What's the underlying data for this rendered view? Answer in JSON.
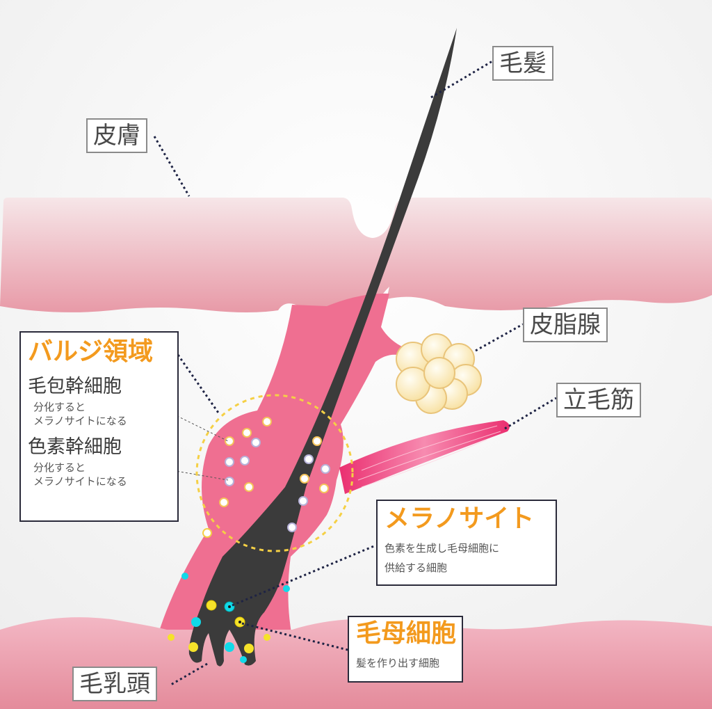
{
  "labels": {
    "hair": "毛髪",
    "skin": "皮膚",
    "sebaceous_gland": "皮脂腺",
    "arrector_pili": "立毛筋",
    "dermal_papilla": "毛乳頭"
  },
  "bulge": {
    "title": "バルジ領域",
    "follicle_stem_cell": "毛包幹細胞",
    "follicle_stem_note_1": "分化すると",
    "follicle_stem_note_2": "メラノサイトになる",
    "pigment_stem_cell": "色素幹細胞",
    "pigment_stem_note_1": "分化すると",
    "pigment_stem_note_2": "メラノサイトになる"
  },
  "melanocyte": {
    "title": "メラノサイト",
    "desc_1": "色素を生成し毛母細胞に",
    "desc_2": "供給する細胞"
  },
  "matrix": {
    "title": "毛母細胞",
    "desc": "髪を作り出す細胞"
  },
  "colors": {
    "skin_top": "#f3dcdf",
    "skin_bottom": "#e58d9e",
    "follicle": "#ef6f91",
    "hair": "#3b3b3b",
    "muscle": "#f0407a",
    "gland": "#fbeeca",
    "title_accent": "#f39a1e",
    "bulge_circle": "#f5d045",
    "cell_yellow": "#f5e22a",
    "cell_cyan": "#12d9e8"
  }
}
